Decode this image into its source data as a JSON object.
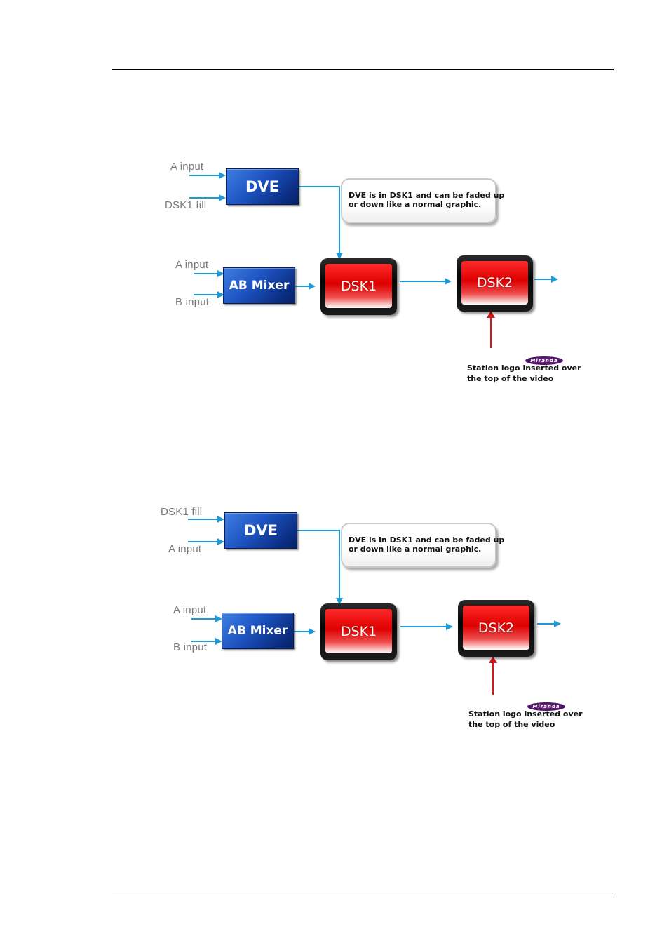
{
  "diagrams": [
    {
      "inputs": {
        "dve_top": "A input",
        "dve_bottom": "DSK1 fill",
        "mixer_top": "A input",
        "mixer_bottom": "B input"
      },
      "blocks": {
        "dve": "DVE",
        "mixer": "AB Mixer",
        "dsk1": "DSK1",
        "dsk2": "DSK2"
      },
      "callout": {
        "line1": "DVE is in DSK1 and can be faded up",
        "line2": "or down like a normal graphic."
      },
      "logo_note": {
        "line1": "Station logo inserted over",
        "line2": "the top of the video",
        "badge": "Miranda"
      }
    },
    {
      "inputs": {
        "dve_top": "DSK1 fill",
        "dve_bottom": "A input",
        "mixer_top": "A input",
        "mixer_bottom": "B input"
      },
      "blocks": {
        "dve": "DVE",
        "mixer": "AB Mixer",
        "dsk1": "DSK1",
        "dsk2": "DSK2"
      },
      "callout": {
        "line1": "DVE is in DSK1 and can be faded up",
        "line2": "or down like a normal graphic."
      },
      "logo_note": {
        "line1": "Station logo inserted over",
        "line2": "the top of the video",
        "badge": "Miranda"
      }
    }
  ],
  "colors": {
    "arrow_blue": "#1e9ad6",
    "arrow_red": "#d11a1a",
    "block_blue": "#1f56c4",
    "block_red": "#dd0000"
  }
}
